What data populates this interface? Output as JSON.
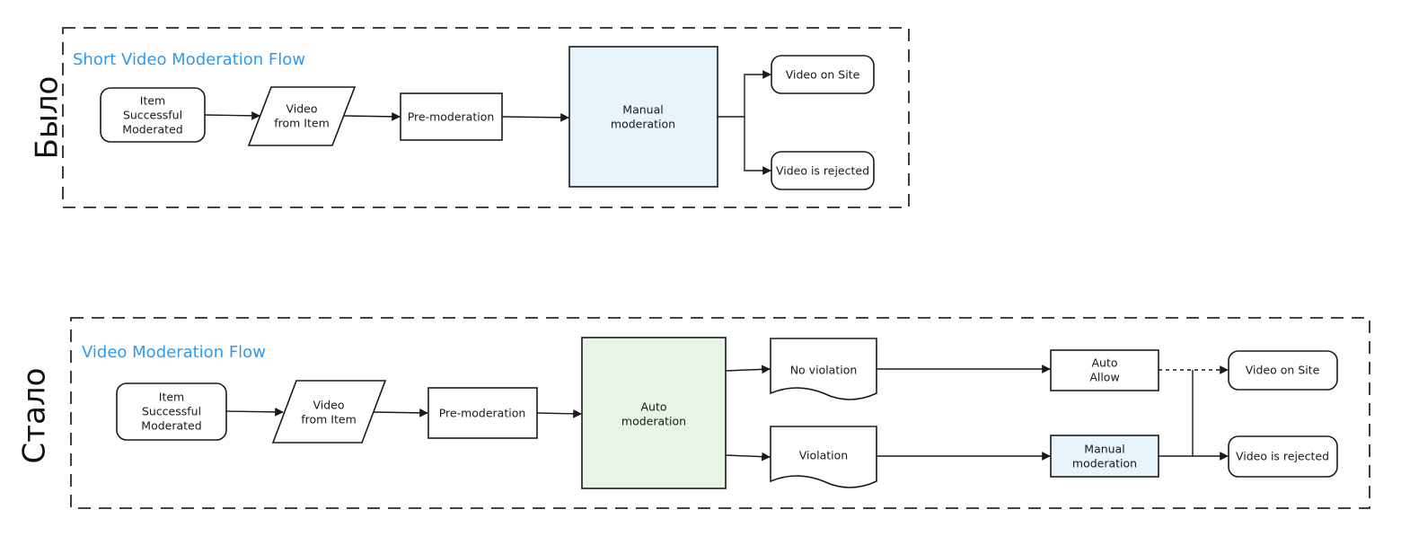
{
  "colors": {
    "title": "#2f9bf0",
    "manual_fill": "#e7f4fc",
    "auto_fill": "#e6f5e6",
    "stroke": "#1a1a1a",
    "background": "#ffffff"
  },
  "before": {
    "side_label": "Было",
    "title": "Short Video Moderation Flow",
    "nodes": {
      "item": [
        "Item",
        "Successful",
        "Moderated"
      ],
      "video": [
        "Video",
        "from Item"
      ],
      "premod": [
        "Pre-moderation"
      ],
      "manual": [
        "Manual",
        "moderation"
      ],
      "site": [
        "Video on Site"
      ],
      "rejected": [
        "Video is rejected"
      ]
    }
  },
  "after": {
    "side_label": "Стало",
    "title": "Video Moderation Flow",
    "nodes": {
      "item": [
        "Item",
        "Successful",
        "Moderated"
      ],
      "video": [
        "Video",
        "from Item"
      ],
      "premod": [
        "Pre-moderation"
      ],
      "auto": [
        "Auto",
        "moderation"
      ],
      "no_violation": [
        "No violation"
      ],
      "violation": [
        "Violation"
      ],
      "auto_allow": [
        "Auto",
        "Allow"
      ],
      "manual": [
        "Manual",
        "moderation"
      ],
      "site": [
        "Video on Site"
      ],
      "rejected": [
        "Video is rejected"
      ]
    }
  }
}
